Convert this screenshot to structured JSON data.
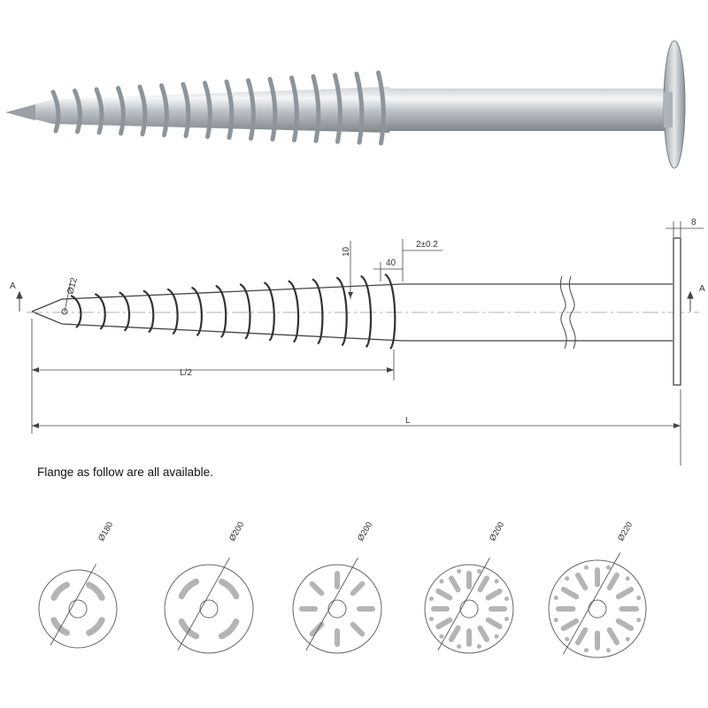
{
  "photo": {
    "alt_label": ""
  },
  "drawing": {
    "section_mark": "A",
    "dim_diameter": "Ø12",
    "dim_blade_height": "10",
    "dim_pitch": "40",
    "dim_blade_thickness": "2±0.2",
    "dim_flange_thickness": "8",
    "dim_half_length": "L/2",
    "dim_length": "L"
  },
  "caption": "Flange as follow are all available.",
  "flanges": [
    {
      "diameter": "Ø180",
      "style": "4-slot-curved"
    },
    {
      "diameter": "Ø200",
      "style": "4-slot-curved"
    },
    {
      "diameter": "Ø200",
      "style": "8-slot-radial"
    },
    {
      "diameter": "Ø200",
      "style": "12-slot-radial"
    },
    {
      "diameter": "Ø220",
      "style": "12-slot-radial"
    }
  ],
  "colors": {
    "line": "#444444",
    "steel_light": "#e3e6e8",
    "steel_dark": "#8a9096"
  }
}
